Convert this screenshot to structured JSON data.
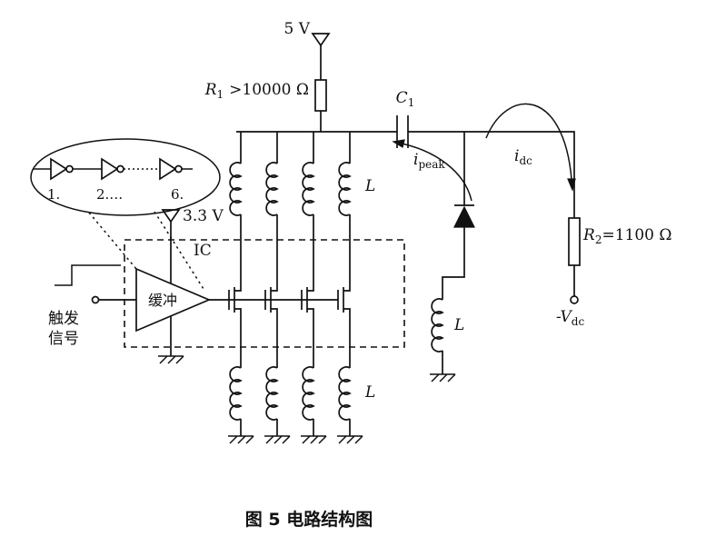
{
  "figure": {
    "caption": "图 5  电路结构图"
  },
  "supplies": {
    "v5": "5 V",
    "v33": "3.3 V"
  },
  "components": {
    "r1": {
      "sym": "R",
      "sub": "1",
      "val": ">10000 Ω"
    },
    "r2": {
      "sym": "R",
      "sub": "2",
      "val": "=1100 Ω"
    },
    "c1": {
      "sym": "C",
      "sub": "1"
    },
    "inductor": "L",
    "ic_label": "IC",
    "buffer_label": "缓冲"
  },
  "currents": {
    "ipeak": {
      "sym": "i",
      "sub": "peak"
    },
    "idc": {
      "sym": "i",
      "sub": "dc"
    }
  },
  "terminals": {
    "vdc": {
      "sym": "-V",
      "sub": "dc"
    },
    "trigger_line1": "触发",
    "trigger_line2": "信号"
  },
  "inset": {
    "stages": [
      "1.",
      "2.…",
      "6."
    ]
  }
}
